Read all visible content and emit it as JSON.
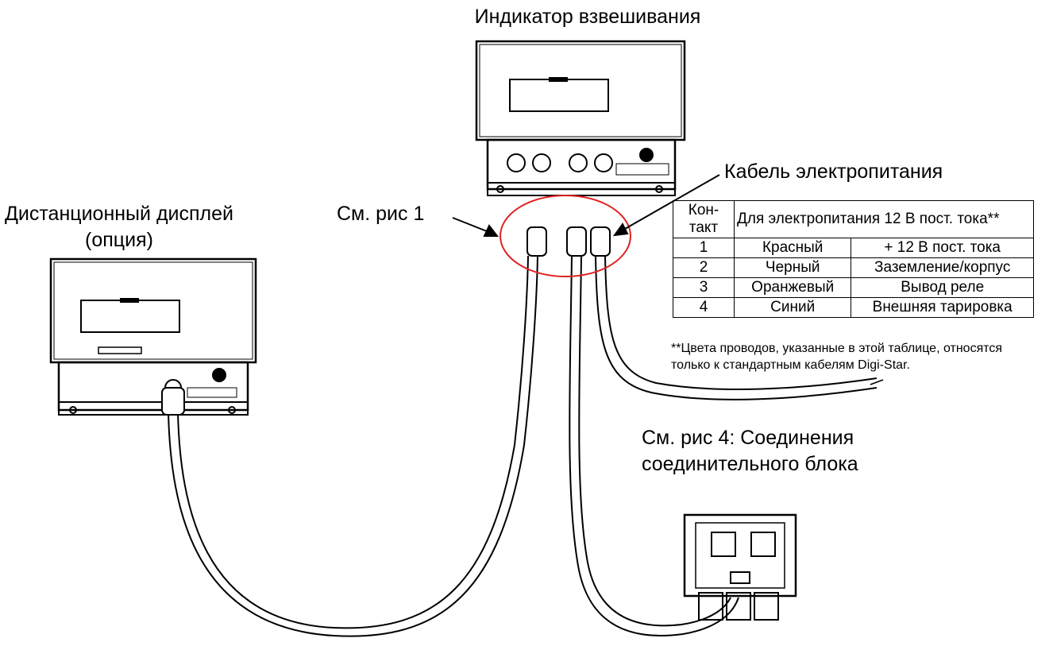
{
  "labels": {
    "indicator": "Индикатор взвешивания",
    "power_cable": "Кабель электропитания",
    "remote_display_line1": "Дистанционный дисплей",
    "remote_display_line2": "(опция)",
    "see_fig1": "См. рис 1",
    "see_fig4_line1": "См. рис 4: Соединения",
    "see_fig4_line2": "соединительного блока"
  },
  "pin_table": {
    "header": {
      "col1": "Кон-тakт",
      "col1_line1": "Кон-",
      "col1_line2": "такт",
      "col2": "Для электропитания 12 В пост. тока**"
    },
    "rows": [
      {
        "pin": "1",
        "color": "Красный",
        "function": "+ 12 В пост. тока"
      },
      {
        "pin": "2",
        "color": "Черный",
        "function": "Заземление/корпус"
      },
      {
        "pin": "3",
        "color": "Оранжевый",
        "function": "Вывод реле"
      },
      {
        "pin": "4",
        "color": "Синий",
        "function": "Внешняя тарировка"
      }
    ],
    "footnote": "**Цвета проводов, указанные в этой таблице, относятся только к стандартным кабелям Digi-Star."
  },
  "colors": {
    "highlight_circle": "#e02020",
    "line": "#000000",
    "background": "#ffffff"
  }
}
